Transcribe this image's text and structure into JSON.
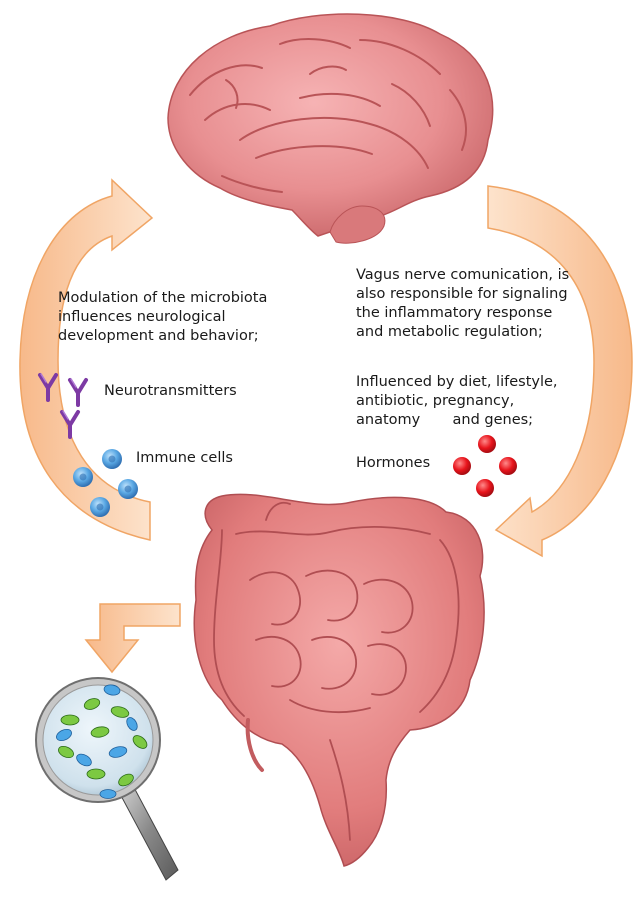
{
  "left_text": {
    "lines": [
      "Modulation of the microbiota",
      "influences neurological",
      "development and behavior;"
    ]
  },
  "right_text": {
    "lines": [
      "Vagus nerve comunication, is",
      "also responsible for signaling",
      "the inflammatory response",
      "and metabolic regulation;"
    ]
  },
  "right_text2": {
    "lines": [
      "Influenced by diet, lifestyle,",
      "antibiotic, pregnancy,",
      "anatomy       and genes;"
    ]
  },
  "labels": {
    "neurotransmitters": "Neurotransmitters",
    "immune_cells": "Immune cells",
    "hormones": "Hormones"
  },
  "colors": {
    "arrow": "#f9c79a",
    "arrow_edge": "#f0a565",
    "brain": "#e48486",
    "brain_dark": "#b95457",
    "intestine": "#e17c7c",
    "intestine_dark": "#b04e52",
    "antibody": "#7d3aa4",
    "immune_cell": "#4b98d8",
    "hormone": "#e0121b",
    "bacteria_green": "#7cc942",
    "bacteria_blue": "#4ba6e6"
  },
  "icons": [
    "brain-illustration",
    "intestine-illustration",
    "antibody-icon",
    "immune-cell-icon",
    "hormone-icon",
    "magnifier-icon",
    "bacteria-icon"
  ]
}
